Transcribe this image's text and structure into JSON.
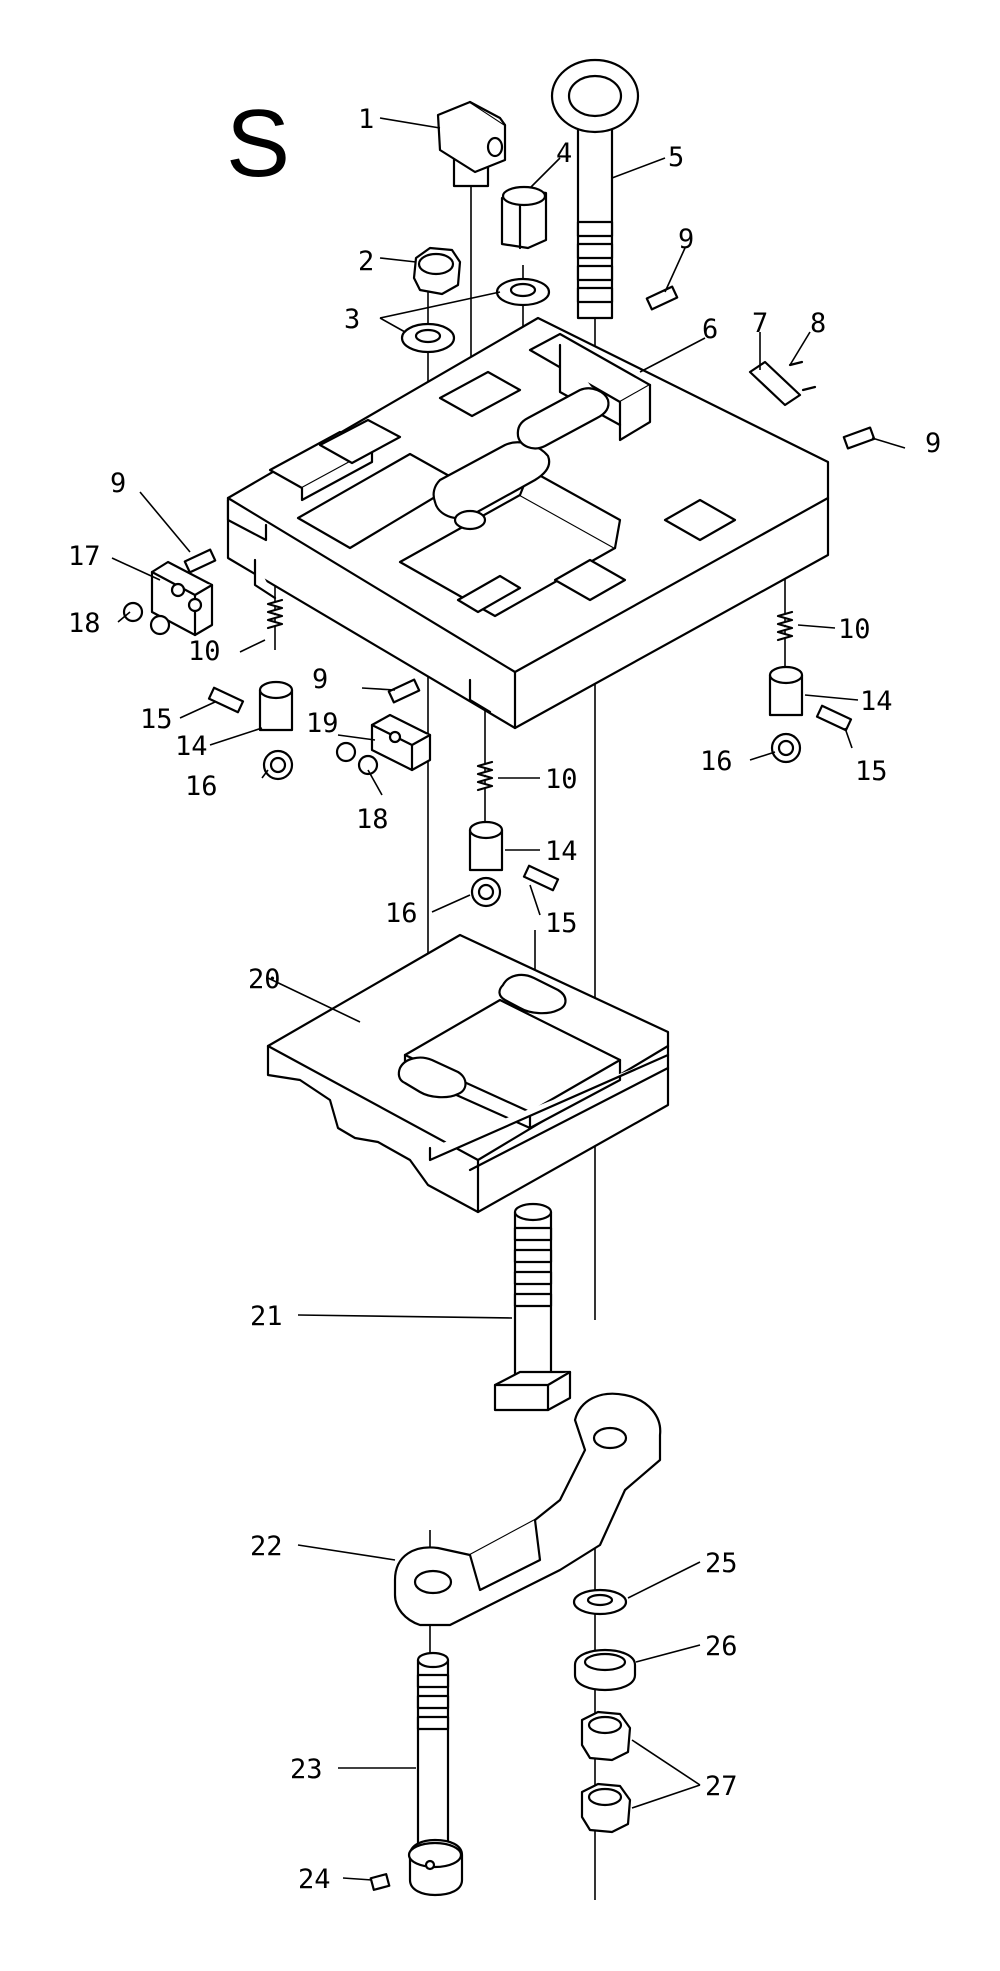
{
  "section_letter": "S",
  "callouts": [
    {
      "id": "c1",
      "text": "1"
    },
    {
      "id": "c2",
      "text": "2"
    },
    {
      "id": "c3",
      "text": "3"
    },
    {
      "id": "c4",
      "text": "4"
    },
    {
      "id": "c5",
      "text": "5"
    },
    {
      "id": "c6",
      "text": "6"
    },
    {
      "id": "c7",
      "text": "7"
    },
    {
      "id": "c8",
      "text": "8"
    },
    {
      "id": "c9a",
      "text": "9"
    },
    {
      "id": "c9b",
      "text": "9"
    },
    {
      "id": "c9c",
      "text": "9"
    },
    {
      "id": "c9d",
      "text": "9"
    },
    {
      "id": "c10a",
      "text": "10"
    },
    {
      "id": "c10b",
      "text": "10"
    },
    {
      "id": "c10c",
      "text": "10"
    },
    {
      "id": "c14a",
      "text": "14"
    },
    {
      "id": "c14b",
      "text": "14"
    },
    {
      "id": "c14c",
      "text": "14"
    },
    {
      "id": "c15a",
      "text": "15"
    },
    {
      "id": "c15b",
      "text": "15"
    },
    {
      "id": "c15c",
      "text": "15"
    },
    {
      "id": "c16a",
      "text": "16"
    },
    {
      "id": "c16b",
      "text": "16"
    },
    {
      "id": "c16c",
      "text": "16"
    },
    {
      "id": "c17",
      "text": "17"
    },
    {
      "id": "c18a",
      "text": "18"
    },
    {
      "id": "c18b",
      "text": "18"
    },
    {
      "id": "c19",
      "text": "19"
    },
    {
      "id": "c20",
      "text": "20"
    },
    {
      "id": "c21",
      "text": "21"
    },
    {
      "id": "c22",
      "text": "22"
    },
    {
      "id": "c23",
      "text": "23"
    },
    {
      "id": "c24",
      "text": "24"
    },
    {
      "id": "c25",
      "text": "25"
    },
    {
      "id": "c26",
      "text": "26"
    },
    {
      "id": "c27",
      "text": "27"
    }
  ]
}
